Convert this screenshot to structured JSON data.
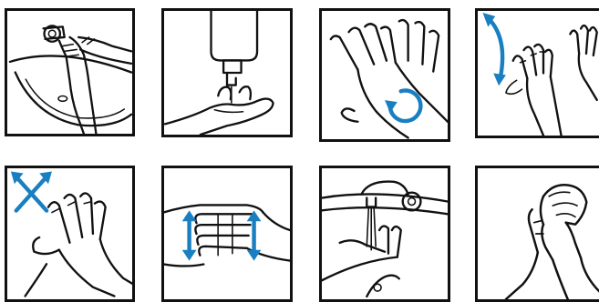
{
  "steps": [
    {
      "id": 1,
      "action": "wet-hands-under-tap"
    },
    {
      "id": 2,
      "action": "apply-soap-from-dispenser"
    },
    {
      "id": 3,
      "action": "rub-palms-together"
    },
    {
      "id": 4,
      "action": "rub-back-of-hands-and-interlace-fingers"
    },
    {
      "id": 5,
      "action": "interlace-fingers-palm-to-palm"
    },
    {
      "id": 6,
      "action": "interlock-fingers-and-rub"
    },
    {
      "id": 7,
      "action": "rinse-hands-under-water"
    },
    {
      "id": 8,
      "action": "dry-hands-with-towel"
    }
  ],
  "colors": {
    "accent": "#1a7fc1",
    "line": "#111111",
    "background": "#ffffff"
  },
  "icons": [
    "tap-icon",
    "soap-dispenser-icon",
    "towel-icon",
    "rotation-arrow-icon",
    "double-arrow-icon"
  ]
}
